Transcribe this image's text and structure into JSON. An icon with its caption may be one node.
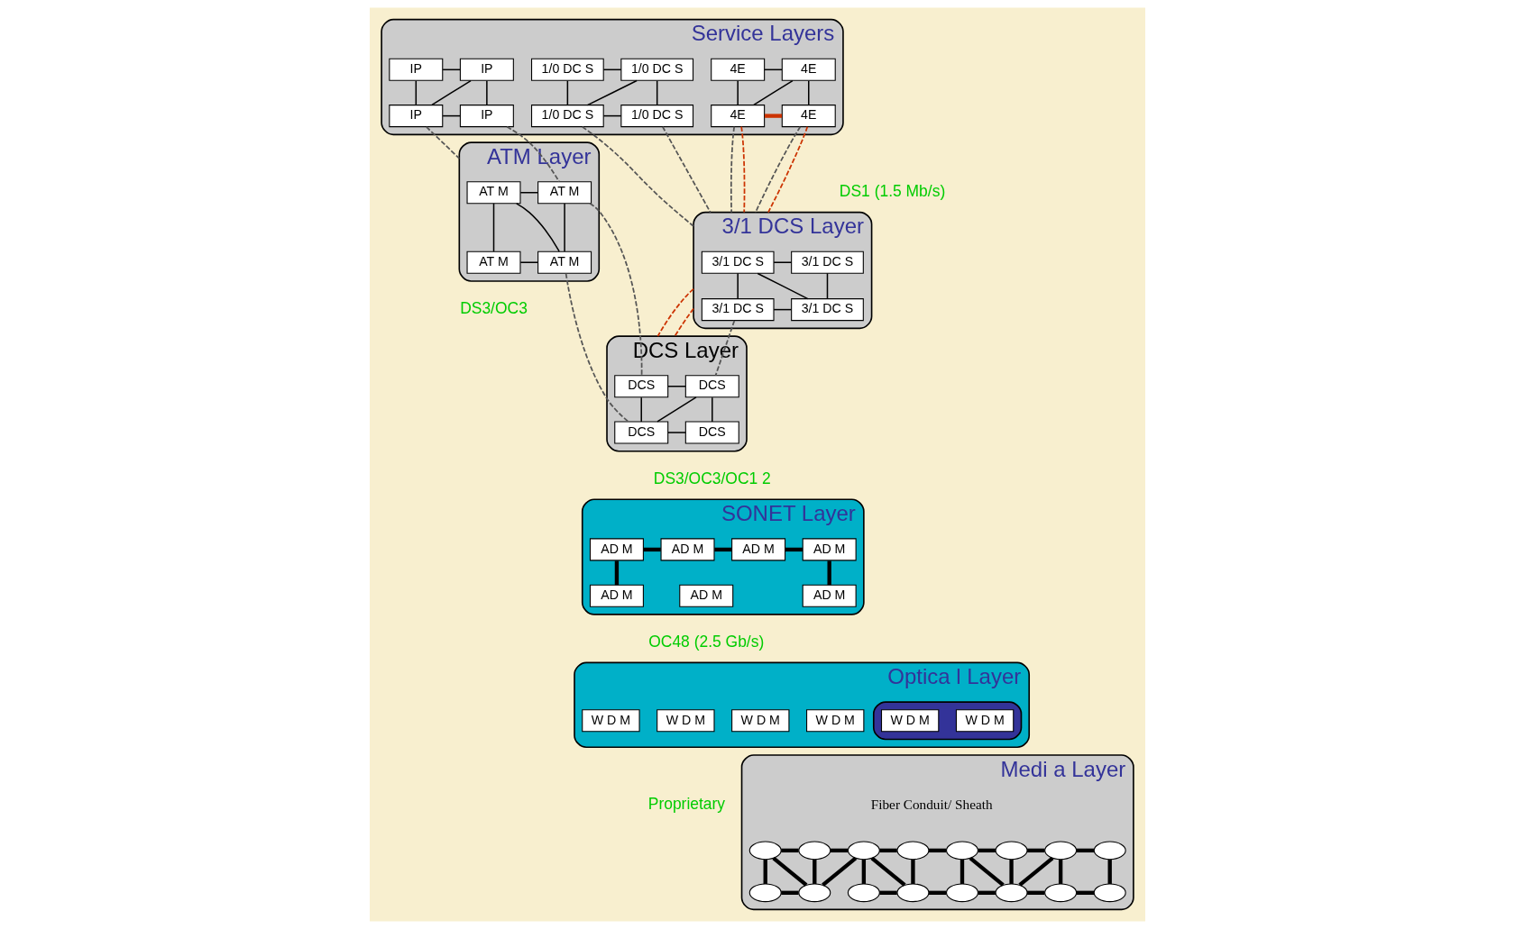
{
  "diagram": {
    "nodes": [
      {
        "text": [
          "Service Layers"
        ]
      },
      {
        "text": [
          "IP"
        ],
        "in": 0
      },
      {
        "text": [
          "IP"
        ],
        "in": 0
      },
      {
        "text": [
          "IP"
        ],
        "in": 0
      },
      {
        "text": [
          "IP"
        ],
        "in": 0
      },
      {
        "text": [
          "1/0 DC S"
        ],
        "in": 0
      },
      {
        "text": [
          "1/0 DC S"
        ],
        "in": 0
      },
      {
        "text": [
          "1/0 DC S"
        ],
        "in": 0
      },
      {
        "text": [
          "1/0 DC S"
        ],
        "in": 0
      },
      {
        "text": [
          "4E"
        ],
        "in": 0
      },
      {
        "text": [
          "4E"
        ],
        "in": 0
      },
      {
        "text": [
          "4E"
        ],
        "in": 0
      },
      {
        "text": [
          "4E"
        ],
        "in": 0
      },
      {
        "text": [
          "3/1 DCS Layer"
        ]
      },
      {
        "text": [
          "3/1 DC S"
        ],
        "in": 13
      },
      {
        "text": [
          "3/1 DC S"
        ],
        "in": 13
      },
      {
        "text": [
          "3/1 DC S"
        ],
        "in": 13
      },
      {
        "text": [
          "3/1 DC S"
        ],
        "in": 13
      },
      {
        "text": [
          "ATM Layer"
        ]
      },
      {
        "text": [
          "AT M"
        ],
        "in": 18
      },
      {
        "text": [
          "AT M"
        ],
        "in": 18
      },
      {
        "text": [
          "AT M"
        ],
        "in": 18
      },
      {
        "text": [
          "AT M"
        ],
        "in": 18
      },
      {
        "text": [
          "DCS Layer"
        ]
      },
      {
        "text": [
          "DCS"
        ],
        "in": 23
      },
      {
        "text": [
          "DCS"
        ],
        "in": 23
      },
      {
        "text": [
          "DCS"
        ],
        "in": 23
      },
      {
        "text": [
          "DCS"
        ],
        "in": 23
      },
      {
        "text": [
          "SONET Layer"
        ]
      },
      {
        "text": [
          "AD M"
        ],
        "in": 28
      },
      {
        "text": [
          "AD M"
        ],
        "in": 28
      },
      {
        "text": [
          "AD M"
        ],
        "in": 28
      },
      {
        "text": [
          "AD M"
        ],
        "in": 28
      },
      {
        "text": [
          "AD M"
        ],
        "in": 28
      },
      {
        "text": [
          "AD M"
        ],
        "in": 28
      },
      {
        "text": [
          "AD M"
        ],
        "in": 28
      },
      {
        "text": [
          "Optica l Layer"
        ]
      },
      {
        "text": [
          "W D M"
        ],
        "in": 36
      },
      {
        "text": [],
        "shape": "ellipse",
        "in": 36
      },
      {
        "text": [
          "W D M"
        ],
        "in": 38
      },
      {
        "text": [
          "W D M"
        ],
        "in": 38
      },
      {
        "text": [
          "W D M"
        ],
        "in": 36
      },
      {
        "text": [
          "W D M"
        ],
        "in": 36
      },
      {
        "text": [
          "W D M"
        ],
        "in": 36
      },
      {
        "text": [
          "Medi a Layer"
        ]
      },
      {
        "text": [],
        "shape": "circle",
        "in": 44
      },
      {
        "text": [],
        "shape": "circle",
        "in": 44
      },
      {
        "text": [],
        "shape": "circle",
        "in": 44
      },
      {
        "text": [],
        "shape": "circle",
        "in": 44
      },
      {
        "text": [],
        "shape": "circle",
        "in": 44
      },
      {
        "text": [],
        "shape": "circle",
        "in": 44
      },
      {
        "text": [],
        "shape": "circle",
        "in": 44
      },
      {
        "text": [],
        "shape": "circle",
        "in": 44
      },
      {
        "text": [],
        "shape": "circle",
        "in": 44
      },
      {
        "text": [],
        "shape": "circle",
        "in": 44
      },
      {
        "text": [],
        "shape": "circle",
        "in": 44
      },
      {
        "text": [],
        "shape": "circle",
        "in": 44
      },
      {
        "text": [],
        "shape": "circle",
        "in": 44
      },
      {
        "text": [],
        "shape": "circle",
        "in": 44
      },
      {
        "text": [],
        "shape": "circle",
        "in": 44
      },
      {
        "text": [],
        "shape": "circle",
        "in": 44
      }
    ],
    "edges": [
      {
        "from": 1,
        "to": 2,
        "arrow": "none"
      },
      {
        "from": 1,
        "to": 3,
        "arrow": "none"
      },
      {
        "from": 2,
        "to": 3,
        "arrow": "none"
      },
      {
        "from": 2,
        "to": 4,
        "arrow": "none"
      },
      {
        "from": 3,
        "to": 4,
        "arrow": "none"
      },
      {
        "from": 5,
        "to": 6,
        "arrow": "none"
      },
      {
        "from": 5,
        "to": 7,
        "arrow": "none"
      },
      {
        "from": 6,
        "to": 7,
        "arrow": "none"
      },
      {
        "from": 6,
        "to": 8,
        "arrow": "none"
      },
      {
        "from": 7,
        "to": 8,
        "arrow": "none"
      },
      {
        "from": 9,
        "to": 10,
        "arrow": "none"
      },
      {
        "from": 9,
        "to": 11,
        "arrow": "none"
      },
      {
        "from": 10,
        "to": 11,
        "arrow": "none"
      },
      {
        "from": 10,
        "to": 12,
        "arrow": "none"
      },
      {
        "from": 11,
        "to": 12,
        "arrow": "none",
        "style": "thick",
        "color": "#cc3300"
      },
      {
        "from": 14,
        "to": 15,
        "arrow": "none"
      },
      {
        "from": 14,
        "to": 16,
        "arrow": "none"
      },
      {
        "from": 14,
        "to": 17,
        "arrow": "none"
      },
      {
        "from": 16,
        "to": 17,
        "arrow": "none"
      },
      {
        "from": 15,
        "to": 17,
        "arrow": "none"
      },
      {
        "from": 19,
        "to": 20,
        "arrow": "none"
      },
      {
        "from": 19,
        "to": 21,
        "arrow": "none"
      },
      {
        "from": 19,
        "to": 22,
        "arrow": "none"
      },
      {
        "from": 21,
        "to": 22,
        "arrow": "none"
      },
      {
        "from": 20,
        "to": 22,
        "arrow": "none"
      },
      {
        "from": 24,
        "to": 25,
        "arrow": "none"
      },
      {
        "from": 24,
        "to": 26,
        "arrow": "none"
      },
      {
        "from": 25,
        "to": 26,
        "arrow": "none"
      },
      {
        "from": 25,
        "to": 27,
        "arrow": "none"
      },
      {
        "from": 26,
        "to": 27,
        "arrow": "none"
      },
      {
        "from": 3,
        "to": 18,
        "arrow": "none",
        "style": "dashed",
        "color": "#555555"
      },
      {
        "from": 4,
        "to": 20,
        "arrow": "none",
        "style": "dashed",
        "color": "#555555"
      },
      {
        "from": 7,
        "to": 13,
        "arrow": "none",
        "style": "dashed",
        "color": "#555555"
      },
      {
        "from": 8,
        "to": 13,
        "arrow": "none",
        "style": "dashed",
        "color": "#555555"
      },
      {
        "from": 11,
        "to": 13,
        "arrow": "none",
        "style": "dashed",
        "color": "#555555"
      },
      {
        "from": 12,
        "to": 13,
        "arrow": "none",
        "style": "dashed",
        "color": "#555555"
      },
      {
        "from": 11,
        "to": 13,
        "arrow": "none",
        "style": "dashed",
        "color": "#cc3300"
      },
      {
        "from": 12,
        "to": 13,
        "arrow": "none",
        "style": "dashed",
        "color": "#cc3300"
      },
      {
        "from": 13,
        "to": 23,
        "arrow": "none",
        "style": "dashed",
        "color": "#cc3300"
      },
      {
        "from": 13,
        "to": 23,
        "arrow": "none",
        "style": "dashed",
        "color": "#cc3300"
      },
      {
        "from": 20,
        "to": 24,
        "arrow": "none",
        "style": "dashed",
        "color": "#555555"
      },
      {
        "from": 22,
        "to": 26,
        "arrow": "none",
        "style": "dashed",
        "color": "#555555"
      },
      {
        "from": 16,
        "to": 25,
        "arrow": "none",
        "style": "dashed",
        "color": "#555555"
      },
      {
        "from": 29,
        "to": 30,
        "arrow": "none",
        "style": "thick"
      },
      {
        "from": 30,
        "to": 31,
        "arrow": "none",
        "style": "thick"
      },
      {
        "from": 31,
        "to": 32,
        "arrow": "none",
        "style": "thick"
      },
      {
        "from": 29,
        "to": 33,
        "arrow": "none",
        "style": "thick"
      },
      {
        "from": 32,
        "to": 35,
        "arrow": "none",
        "style": "thick"
      },
      {
        "from": 45,
        "to": 46,
        "arrow": "none",
        "style": "thick"
      },
      {
        "from": 45,
        "to": 53,
        "arrow": "none",
        "style": "thick"
      },
      {
        "from": 45,
        "to": 54,
        "arrow": "none",
        "style": "thick"
      },
      {
        "from": 53,
        "to": 54,
        "arrow": "none",
        "style": "thick"
      },
      {
        "from": 46,
        "to": 54,
        "arrow": "none",
        "style": "thick"
      },
      {
        "from": 46,
        "to": 47,
        "arrow": "none",
        "style": "thick"
      },
      {
        "from": 47,
        "to": 54,
        "arrow": "none",
        "style": "thick"
      },
      {
        "from": 47,
        "to": 55,
        "arrow": "none",
        "style": "thick"
      },
      {
        "from": 47,
        "to": 48,
        "arrow": "none",
        "style": "thick"
      },
      {
        "from": 47,
        "to": 56,
        "arrow": "none",
        "style": "thick"
      },
      {
        "from": 48,
        "to": 56,
        "arrow": "none",
        "style": "thick"
      },
      {
        "from": 55,
        "to": 56,
        "arrow": "none",
        "style": "thick"
      },
      {
        "from": 48,
        "to": 49,
        "arrow": "none",
        "style": "thick"
      },
      {
        "from": 56,
        "to": 57,
        "arrow": "none",
        "style": "thick"
      },
      {
        "from": 49,
        "to": 50,
        "arrow": "none",
        "style": "thick"
      },
      {
        "from": 49,
        "to": 57,
        "arrow": "none",
        "style": "thick"
      },
      {
        "from": 49,
        "to": 58,
        "arrow": "none",
        "style": "thick"
      },
      {
        "from": 57,
        "to": 58,
        "arrow": "none",
        "style": "thick"
      },
      {
        "from": 50,
        "to": 58,
        "arrow": "none",
        "style": "thick"
      },
      {
        "from": 50,
        "to": 51,
        "arrow": "none",
        "style": "thick"
      },
      {
        "from": 51,
        "to": 58,
        "arrow": "none",
        "style": "thick"
      },
      {
        "from": 58,
        "to": 59,
        "arrow": "none",
        "style": "thick"
      },
      {
        "from": 51,
        "to": 59,
        "arrow": "none",
        "style": "thick"
      },
      {
        "from": 51,
        "to": 52,
        "arrow": "none",
        "style": "thick"
      },
      {
        "from": 59,
        "to": 60,
        "arrow": "none",
        "style": "thick"
      },
      {
        "from": 52,
        "to": 60,
        "arrow": "none",
        "style": "thick"
      }
    ],
    "labels": [
      "DS1 (1.5 Mb/s)",
      "DS3/OC3",
      "DS3/OC3/OC1 2",
      "OC48 (2.5 Gb/s)",
      "Proprietary",
      "Fiber Conduit/ Sheath"
    ]
  }
}
